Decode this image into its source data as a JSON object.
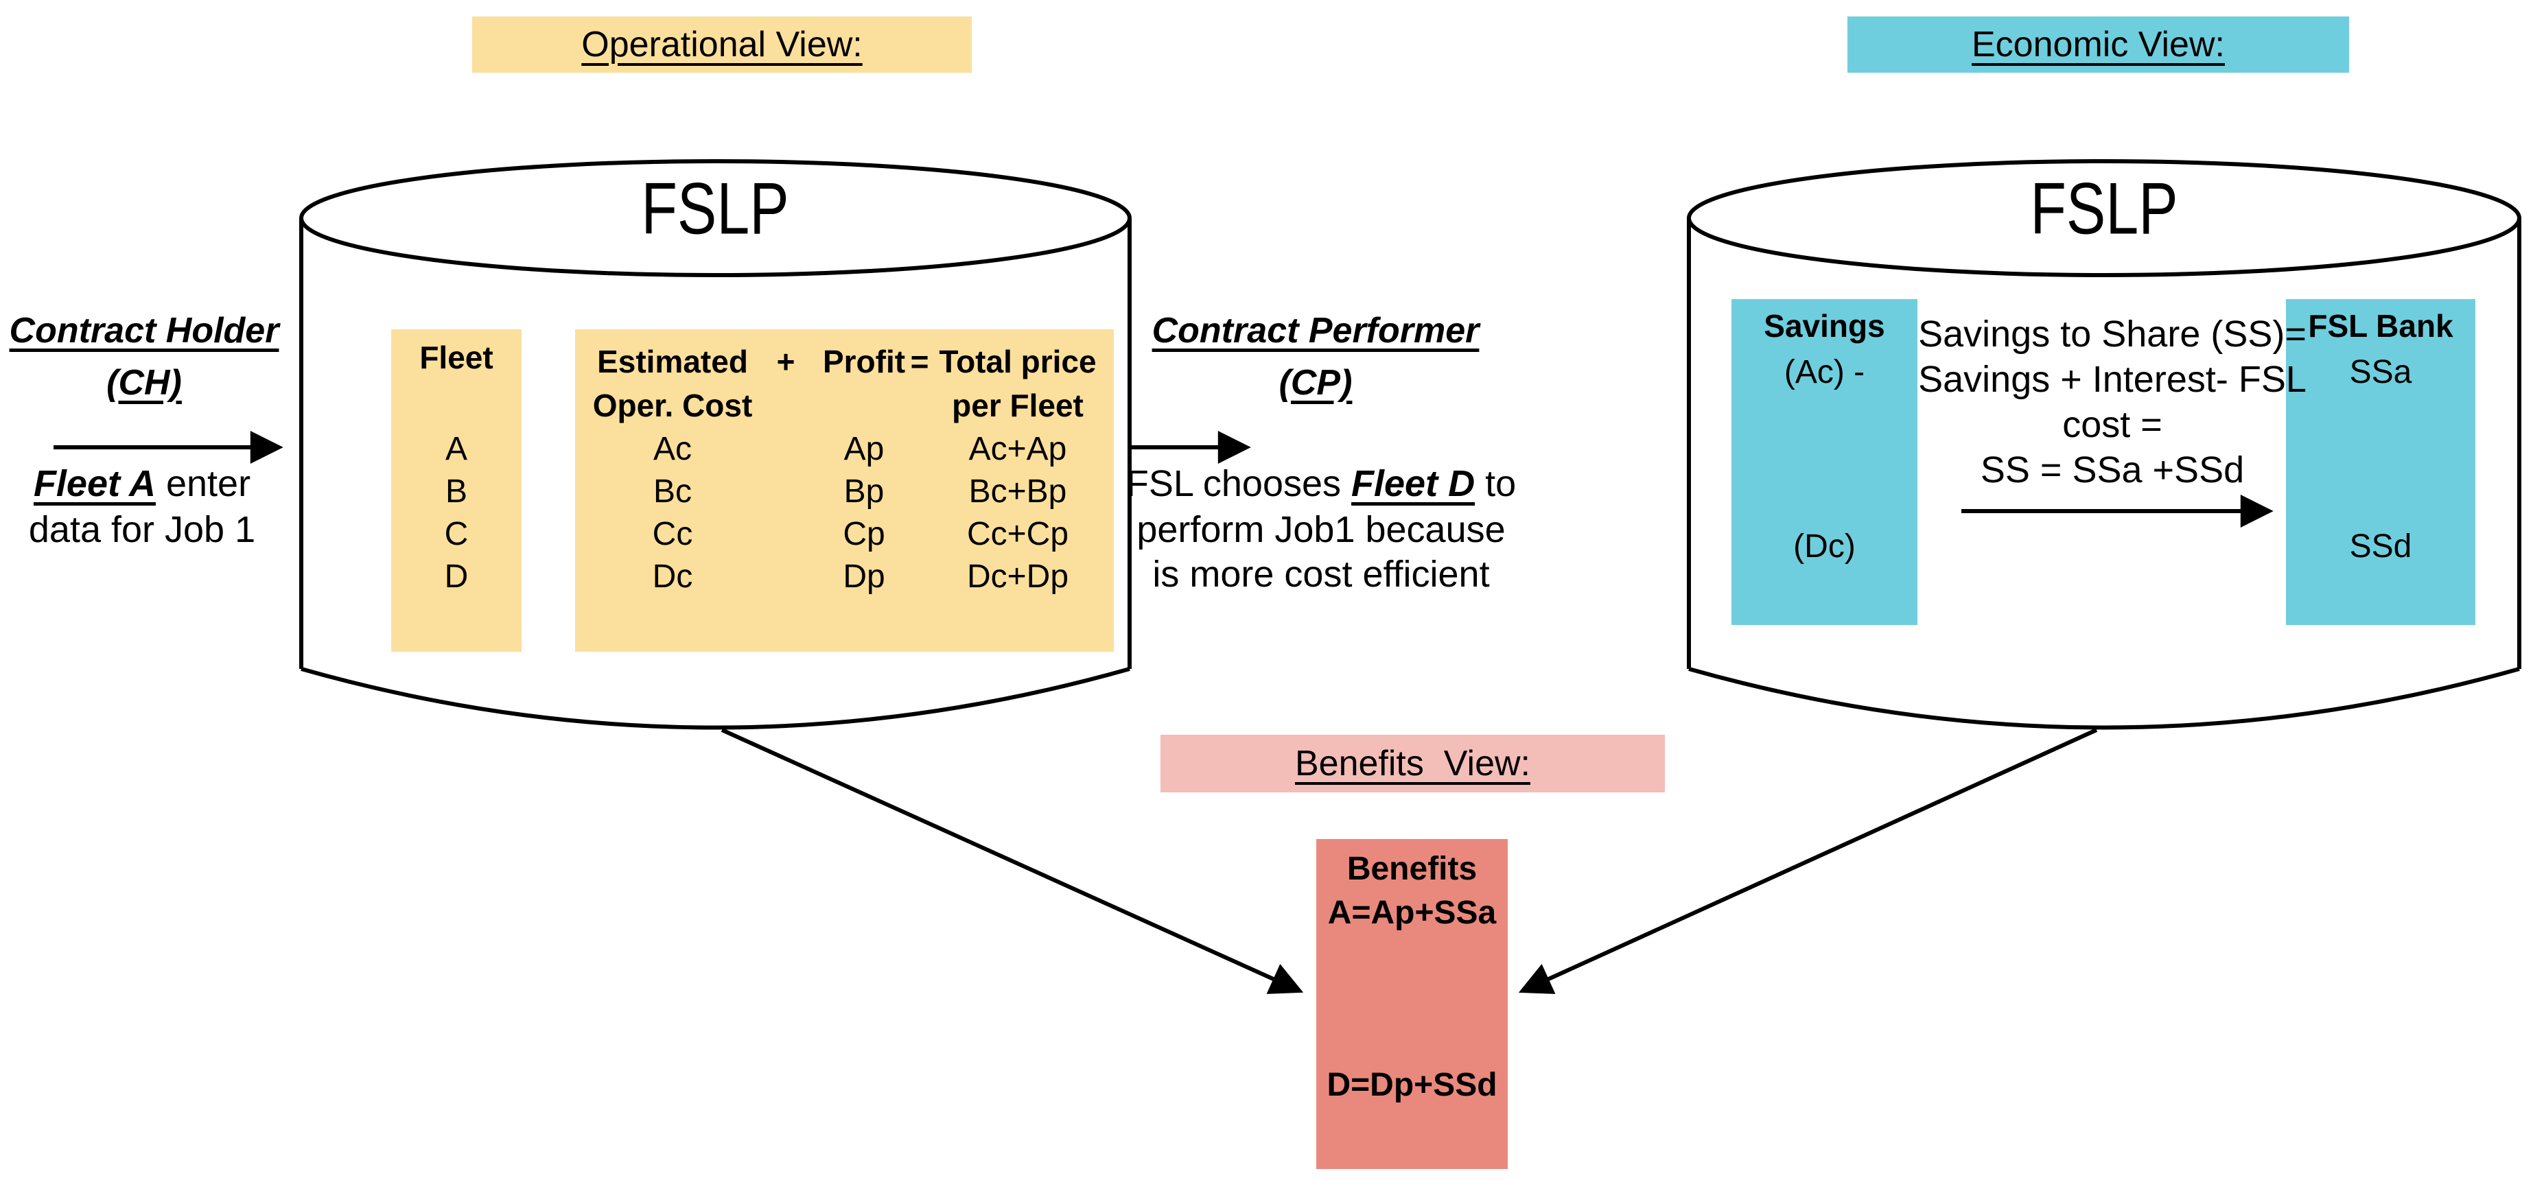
{
  "labels": {
    "operational": "Operational View:",
    "economic": "Economic View:",
    "benefits": "Benefits  View:"
  },
  "left_cylinder": {
    "title": "FSLP",
    "fleet_table": {
      "header": "Fleet",
      "fleets": [
        "A",
        "B",
        "C",
        "D"
      ]
    },
    "pricing_table": {
      "header_col_cost_line1": "Estimated",
      "header_col_cost_line2": "Oper. Cost",
      "header_plus": "+",
      "header_col_profit": "Profit",
      "header_equals": "=",
      "header_col_total_line1": "Total price",
      "header_col_total_line2": "per Fleet",
      "rows": [
        {
          "cost": "Ac",
          "profit": "Ap",
          "total": "Ac+Ap"
        },
        {
          "cost": "Bc",
          "profit": "Bp",
          "total": "Bc+Bp"
        },
        {
          "cost": "Cc",
          "profit": "Cp",
          "total": "Cc+Cp"
        },
        {
          "cost": "Dc",
          "profit": "Dp",
          "total": "Dc+Dp"
        }
      ]
    }
  },
  "contract_holder": {
    "title": "Contract Holder",
    "abbrev": "(CH)",
    "line1_emphasis": "Fleet A",
    "line1_rest": " enter",
    "line2": "data for Job 1"
  },
  "contract_performer": {
    "title": "Contract Performer",
    "abbrev": "(CP)",
    "line1_pre": "FSL chooses ",
    "line1_emphasis": "Fleet D",
    "line1_post": " to",
    "line2": "perform Job1 because",
    "line3": "is more cost efficient"
  },
  "right_cylinder": {
    "title": "FSLP",
    "savings_box": {
      "header": "Savings",
      "line1": "(Ac) -",
      "line2": "(Dc)"
    },
    "bank_box": {
      "header": "FSL Bank",
      "line1": "SSa",
      "line2": "SSd"
    },
    "formula": [
      "Savings to Share (SS)=",
      "Savings + Interest- FSL",
      "cost =",
      "SS = SSa +SSd"
    ]
  },
  "benefits_box": {
    "header": "Benefits",
    "line1": "A=Ap+SSa",
    "line2": "D=Dp+SSd"
  },
  "colors": {
    "yellow": "#FBDF9C",
    "cyan": "#6FCEDD",
    "pink": "#F3BDB8",
    "salmon": "#E9897D",
    "line": "#000000"
  }
}
